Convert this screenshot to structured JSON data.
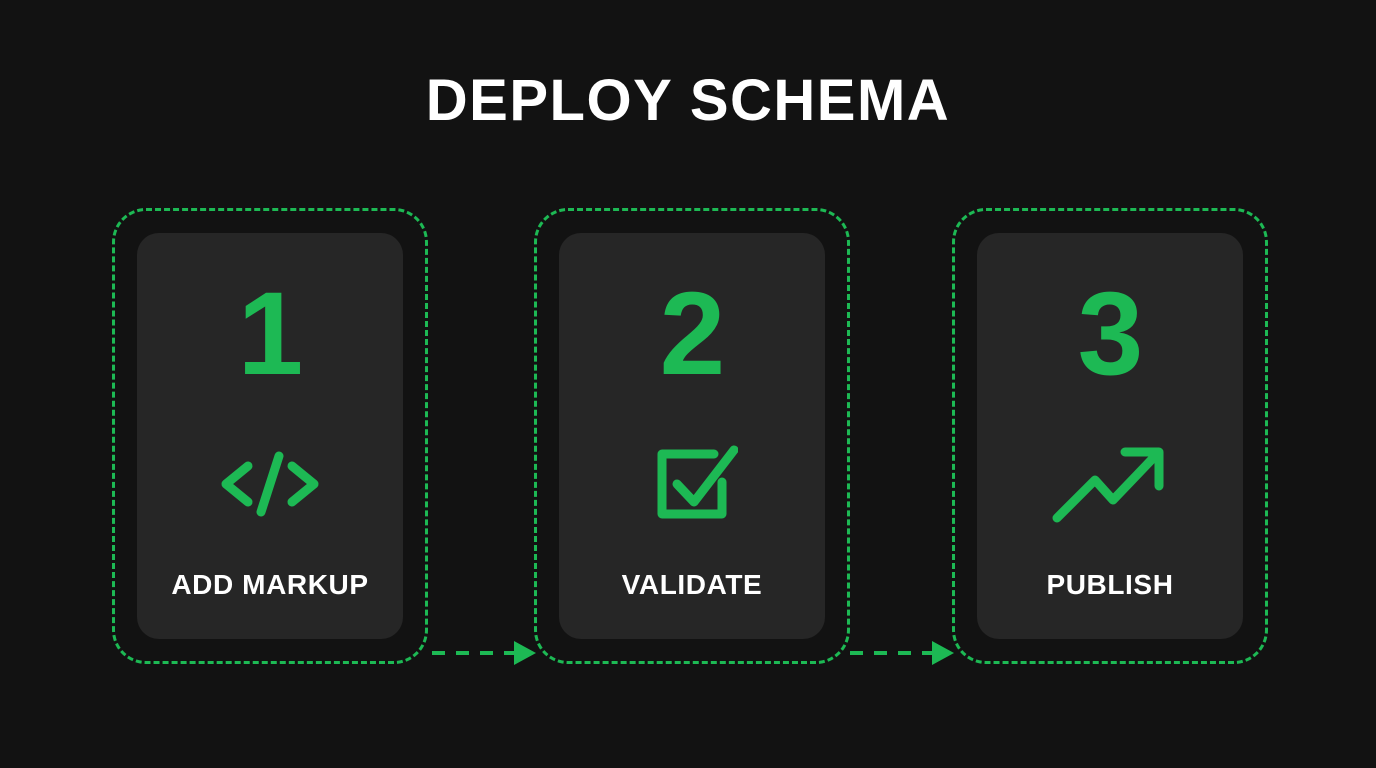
{
  "title": "DEPLOY SCHEMA",
  "theme": {
    "background": "#121212",
    "card_background": "#262626",
    "accent": "#1DB954",
    "title_color": "#ffffff",
    "label_color": "#ffffff"
  },
  "steps": [
    {
      "number": "1",
      "label": "ADD MARKUP",
      "icon": "code-icon"
    },
    {
      "number": "2",
      "label": "VALIDATE",
      "icon": "checkbox-check-icon"
    },
    {
      "number": "3",
      "label": "PUBLISH",
      "icon": "trending-up-icon"
    }
  ],
  "connectors": [
    {
      "from": "1",
      "to": "2",
      "style": "dashed-arrow-right"
    },
    {
      "from": "2",
      "to": "3",
      "style": "dashed-arrow-right"
    }
  ]
}
